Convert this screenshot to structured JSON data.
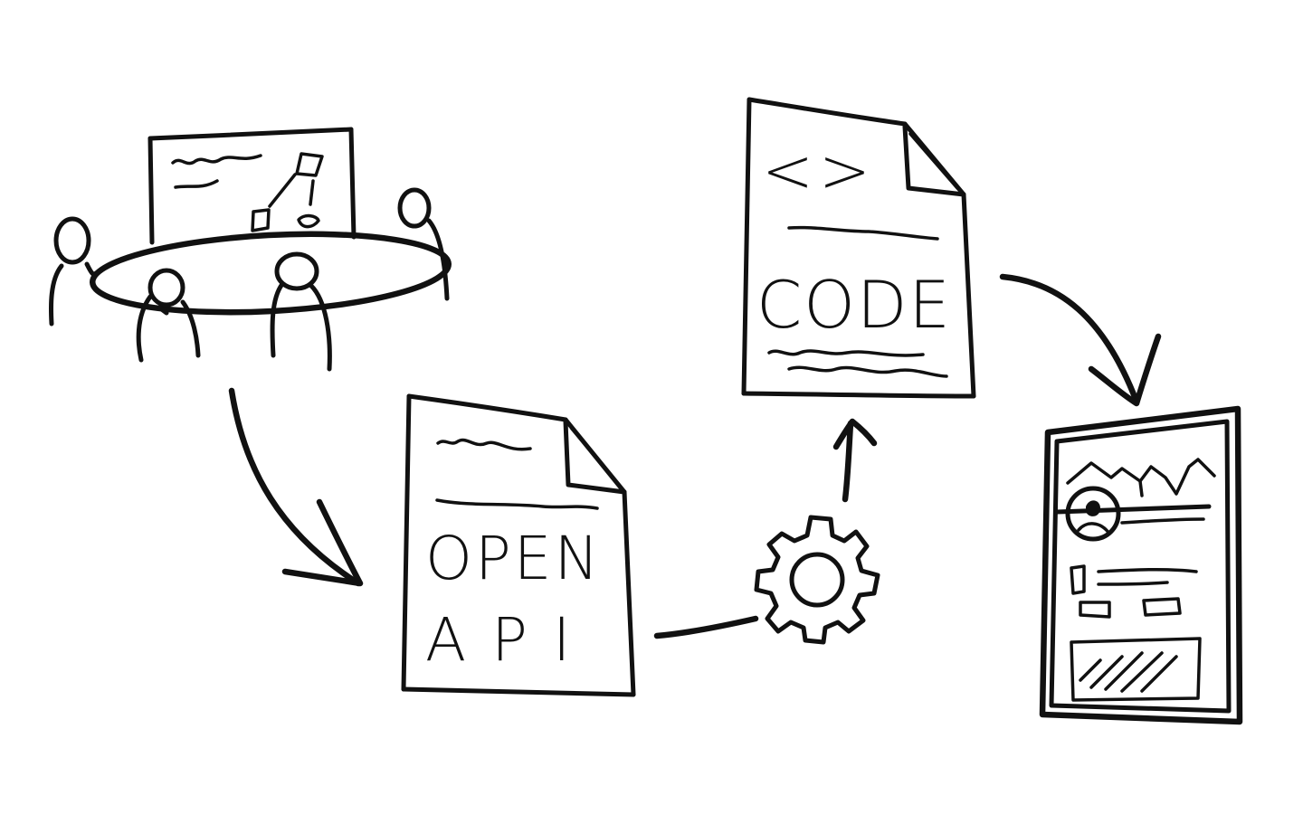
{
  "diagram": {
    "nodes": [
      {
        "id": "meeting",
        "icon": "team-meeting-icon"
      },
      {
        "id": "openapi",
        "icon": "document-icon",
        "label_line1": "OPEN",
        "label_line2": "API"
      },
      {
        "id": "generator",
        "icon": "gear-icon"
      },
      {
        "id": "code",
        "icon": "document-icon",
        "code_symbol": "<>",
        "label": "CODE"
      },
      {
        "id": "app",
        "icon": "mobile-app-mockup-icon"
      }
    ],
    "edges": [
      {
        "from": "meeting",
        "to": "openapi",
        "style": "curved-arrow"
      },
      {
        "from": "openapi",
        "to": "generator",
        "style": "line"
      },
      {
        "from": "generator",
        "to": "code",
        "style": "arrow"
      },
      {
        "from": "code",
        "to": "app",
        "style": "curved-arrow"
      }
    ],
    "style": {
      "ink": "#111111",
      "background": "#ffffff"
    }
  }
}
